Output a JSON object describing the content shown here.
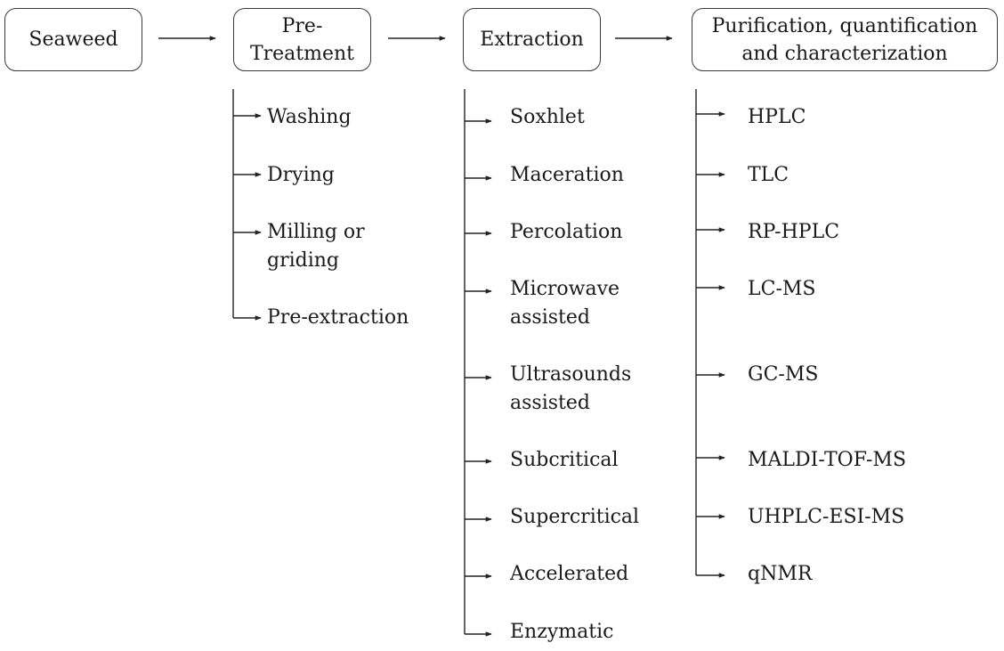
{
  "stages": {
    "seaweed": "Seaweed",
    "pretreatment": [
      "Pre-",
      "Treatment"
    ],
    "extraction": "Extraction",
    "purification": [
      "Purification, quantification",
      "and characterization"
    ]
  },
  "pretreatment_steps": [
    "Washing",
    "Drying",
    [
      "Milling or",
      "griding"
    ],
    "Pre-extraction"
  ],
  "extraction_methods": [
    "Soxhlet",
    "Maceration",
    "Percolation",
    [
      "Microwave",
      "assisted"
    ],
    [
      "Ultrasounds",
      "assisted"
    ],
    "Subcritical",
    "Supercritical",
    "Accelerated",
    "Enzymatic"
  ],
  "analysis_methods": [
    "HPLC",
    "TLC",
    "RP-HPLC",
    "LC-MS",
    "GC-MS",
    "MALDI-TOF-MS",
    "UHPLC-ESI-MS",
    "qNMR"
  ]
}
